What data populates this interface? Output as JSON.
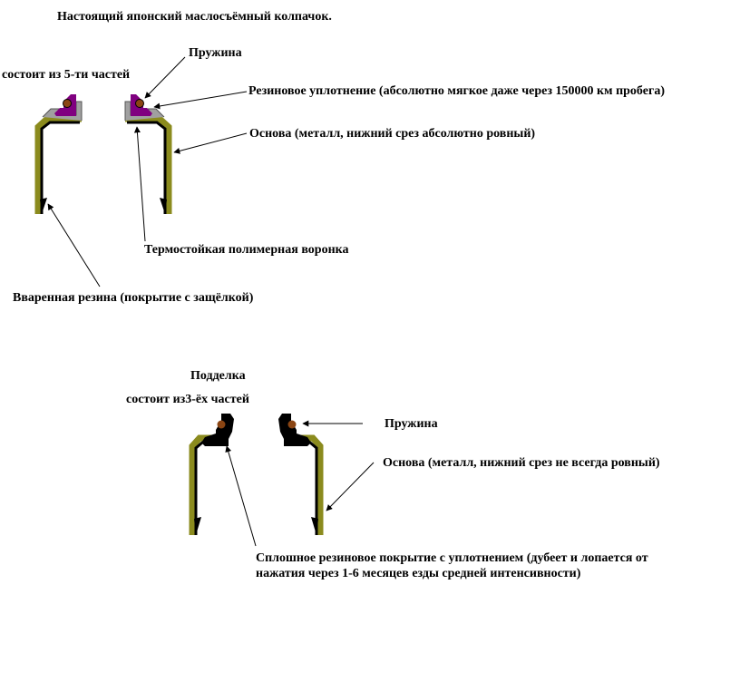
{
  "genuine": {
    "title": "Настоящий японский маслосъёмный колпачок.",
    "parts_note": "состоит из 5-ти частей",
    "labels": {
      "spring": "Пружина",
      "rubber_seal": "Резиновое уплотнение (абсолютно мягкое даже через 150000 км пробега)",
      "base": "Основа (металл, нижний срез абсолютно ровный)",
      "funnel": "Термостойкая полимерная воронка",
      "vulcanized_rubber": "Вваренная резина (покрытие с защёлкой)"
    }
  },
  "fake": {
    "title": "Подделка",
    "parts_note": "состоит из3-ёх частей",
    "labels": {
      "spring": "Пружина",
      "base": "Основа (металл, нижний срез не всегда ровный)",
      "solid_rubber": "Сплошное резиновое покрытие с уплотнением (дубеет и лопается от нажатия через 1-6 месяцев езды средней интенсивности)"
    }
  },
  "colors": {
    "background": "#ffffff",
    "metal_base": "#000000",
    "olive_coating": "#8b8b1e",
    "seal_purple": "#800080",
    "spring_brown": "#8b4513",
    "funnel_gray": "#a0a0a0",
    "fake_rubber": "#000000"
  }
}
